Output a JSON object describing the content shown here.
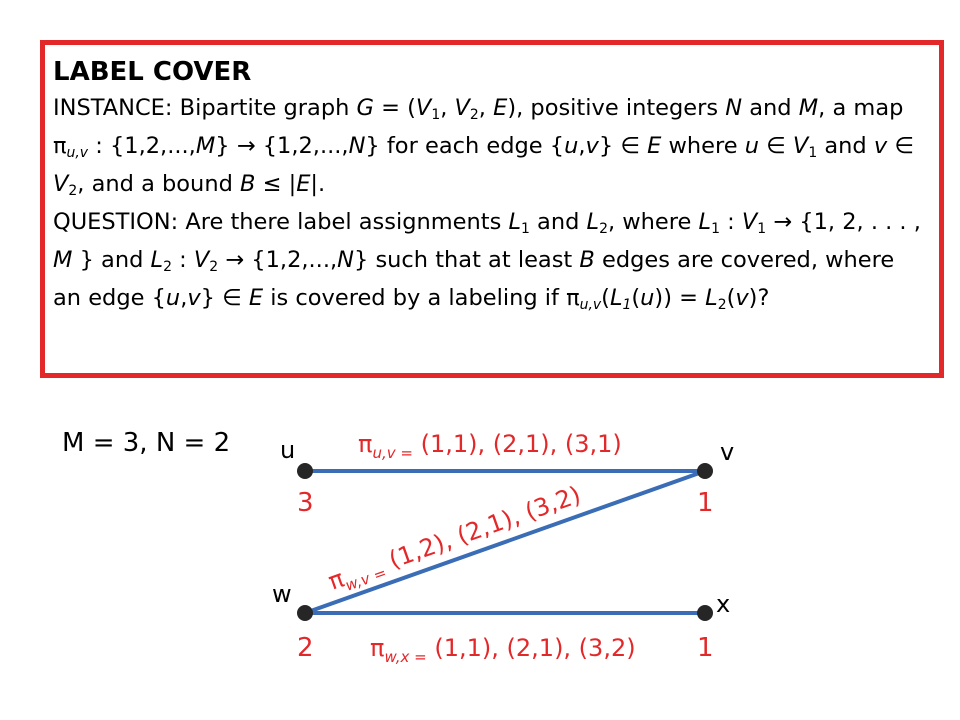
{
  "problem": {
    "title": "LABEL COVER",
    "instance": {
      "lead": "INSTANCE: Bipartite graph ",
      "G": "G",
      "eq_open": " = (",
      "V": "V",
      "one": "1",
      "two": "2",
      "c1": ", ",
      "E": "E",
      "close_comma": "), positive integers ",
      "N": "N",
      "and": " and ",
      "M": "M",
      "map_text": ", a map π",
      "uv": "u,v",
      "colon_set1": " : {1,2,...,",
      "arrow_set": "} → {1,2,...,",
      "for_each": "} for each edge {",
      "u": "u",
      "comma": ",",
      "v": "v",
      "in": "} ∈ ",
      "where": " where ",
      "in2": " ∈ ",
      "and_v": " and ",
      "bound": ", and a bound ",
      "B": "B",
      "le": " ≤ |",
      "end": "|."
    },
    "question": {
      "lead": "QUESTION: Are there label assignments ",
      "L": "L",
      "one": "1",
      "two": "2",
      "and": " and ",
      "where": ", where ",
      "colon": " : ",
      "V": "V",
      "arrow_set_m": " → {1, 2, . . . , ",
      "M": "M",
      "close_and": " } and ",
      "arrow_set_n": " → {1,2,...,",
      "N": "N",
      "such": "} such that at least ",
      "B": "B",
      "edges": " edges are covered, where an edge {",
      "u": "u",
      "comma": ",",
      "v": "v",
      "in": "} ∈ ",
      "E": "E",
      "covered": " is covered by a labeling if π",
      "uv": "u,v",
      "paren_open": "(",
      "paren_u": "(u)) = ",
      "paren_v": "(v)?",
      "u_paren": "(",
      "u_close": "u",
      "close2": ")) = "
    }
  },
  "example": {
    "params": "M = 3, N = 2",
    "nodes": [
      {
        "id": "u",
        "label": "u",
        "value": "3"
      },
      {
        "id": "v",
        "label": "v",
        "value": "1"
      },
      {
        "id": "w",
        "label": "w",
        "value": "2"
      },
      {
        "id": "x",
        "label": "x",
        "value": "1"
      }
    ],
    "edges": [
      {
        "id": "uv",
        "pi": "π",
        "sub": "u,v =",
        "pairs": " (1,1), (2,1), (3,1)"
      },
      {
        "id": "wv",
        "pi": "π",
        "sub": "w,v =",
        "pairs": " (1,2), (2,1), (3,2)"
      },
      {
        "id": "wx",
        "pi": "π",
        "sub": "w,x =",
        "pairs": " (1,1), (2,1), (3,2)"
      }
    ],
    "colors": {
      "edge": "#3a6db5",
      "node": "#262626",
      "label": "#e3282a",
      "border": "#e3282a"
    }
  }
}
